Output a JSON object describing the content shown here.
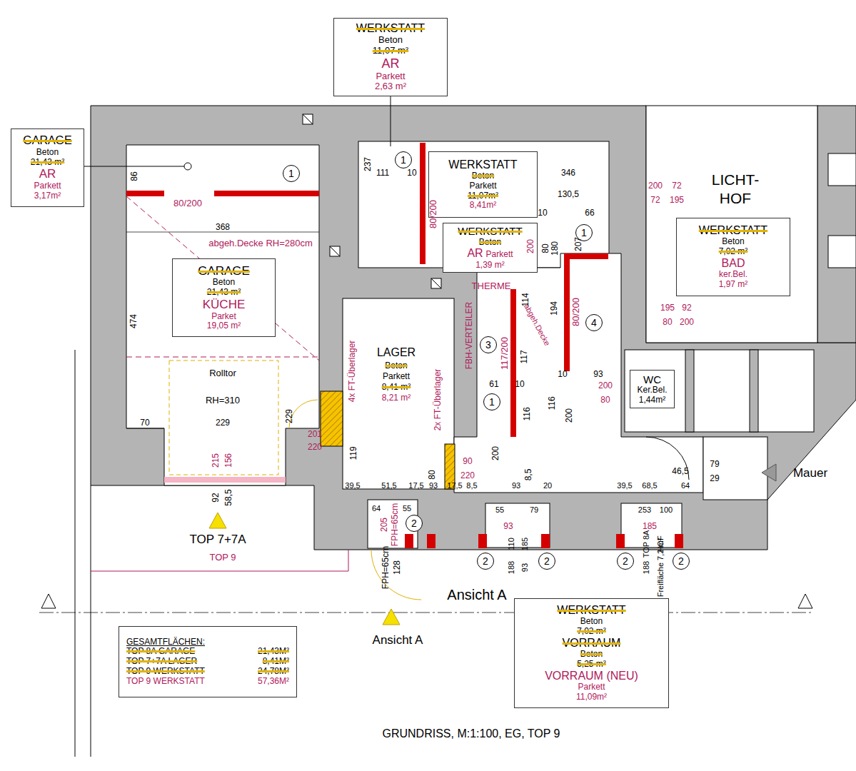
{
  "diagram": {
    "caption": "GRUNDRISS, M:1:100, EG, TOP 9",
    "nodes": [
      {
        "text": [
          "WERKSTATT",
          "Beton",
          "11,07 m²",
          "AR",
          "Parkett",
          "2,63 m²"
        ]
      },
      {
        "text": [
          "GARAGE",
          "Beton",
          "21,43 m²",
          "AR",
          "Parkett",
          "3,17m²"
        ]
      },
      {
        "text": [
          "1"
        ]
      },
      {
        "text": [
          "1"
        ]
      },
      {
        "text": [
          "WERKSTATT",
          "Beton",
          "Parkett",
          "11,07m²",
          "8,41m²"
        ]
      },
      {
        "text": [
          "WERKSTATT",
          "Beton",
          "AR",
          "Parkett",
          "1,39 m²"
        ]
      },
      {
        "text": [
          "1"
        ]
      },
      {
        "text": [
          "GARAGE",
          "Beton",
          "21,43 m²",
          "KÜCHE",
          "Parket",
          "19,05 m²"
        ]
      },
      {
        "text": [
          "WERKSTATT",
          "Beton",
          "7,02 m²",
          "BAD",
          "ker.Bel.",
          "1,97 m²"
        ]
      },
      {
        "text": [
          "3"
        ]
      },
      {
        "text": [
          "4"
        ]
      },
      {
        "text": [
          "WC",
          "Ker.Bel.",
          "1,44m²"
        ]
      },
      {
        "text": [
          "1"
        ]
      },
      {
        "text": [
          "2"
        ]
      },
      {
        "text": [
          "2"
        ]
      },
      {
        "text": [
          "2"
        ]
      },
      {
        "text": [
          "2"
        ]
      },
      {
        "text": [
          "2"
        ]
      },
      {
        "text": [
          "WERKSTATT",
          "Beton",
          "7,02 m²",
          "VORRAUM",
          "Beton",
          "5,25 m²",
          "VORRAUM (NEU)",
          "Parkett",
          "11,09m²"
        ]
      },
      {
        "text": [
          "GESAMTFLÄCHEN:",
          "TOP 8A GARAGE",
          "21,43M²",
          "TOP 7+7A LAGER",
          "8,41M²",
          "TOP 9 WERKSTATT",
          "24,78M²",
          "TOP 9 WERKSTATT",
          "57,36M²"
        ]
      }
    ],
    "labels": [
      "LICHT- HOF",
      "LAGER",
      "Beton",
      "Parkett",
      "8,41 m²",
      "8,21 m²",
      "Rolltor",
      "RH=310",
      "abgeh.Decke RH=280cm",
      "THERME",
      "FBH-VERTEILER",
      "abgeh.Decke",
      "4x FT-Überlager",
      "2x FT-Überlager",
      "368",
      "474",
      "86",
      "229",
      "70",
      "80/200",
      "237",
      "111",
      "10",
      "346",
      "130,5",
      "10",
      "66",
      "80/200",
      "200",
      "80",
      "180",
      "207",
      "114",
      "194",
      "117/200",
      "117",
      "80/200",
      "61",
      "10",
      "10",
      "93",
      "200",
      "80",
      "116",
      "116",
      "200",
      "200",
      "72",
      "72",
      "195",
      "195",
      "92",
      "80",
      "200",
      "229",
      "201",
      "220",
      "215",
      "156",
      "92",
      "58,5",
      "119",
      "80",
      "200",
      "8,5",
      "90",
      "220",
      "46,5",
      "79",
      "29",
      "39,5",
      "51,5",
      "17,5",
      "93",
      "17,5",
      "8,5",
      "93",
      "20",
      "39,5",
      "68,5",
      "64",
      "64",
      "55",
      "55",
      "79",
      "253",
      "100",
      "205",
      "FPH=65cm",
      "FPH=65cm",
      "128",
      "93",
      "185",
      "188",
      "110",
      "93",
      "185",
      "188",
      "TOP 8A",
      "Freifläche 7,2 m²",
      "HOF",
      "TOP 7+7A",
      "TOP 9",
      "Ansicht A",
      "Ansicht A",
      "Mauer"
    ]
  }
}
